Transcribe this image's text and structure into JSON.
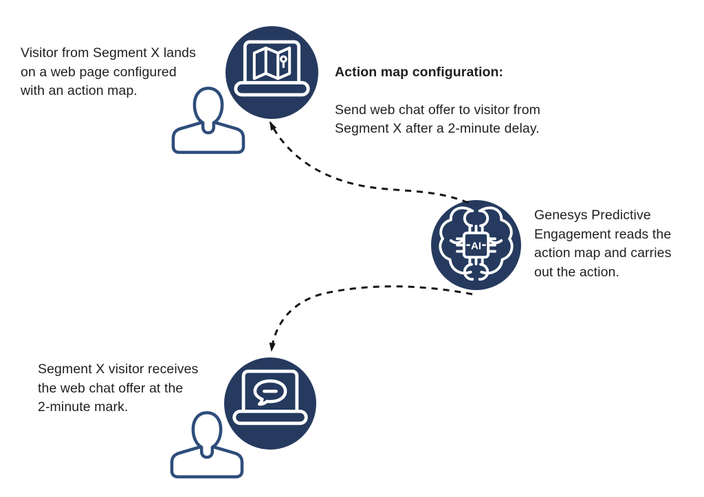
{
  "colors": {
    "background": "#ffffff",
    "navy": "#253a5e",
    "icon_stroke": "#ffffff",
    "person_stroke": "#2e4d7b",
    "arrow": "#151515",
    "text": "#1f1f1f"
  },
  "step1": {
    "caption": "Visitor from Segment X lands\non a web page configured\nwith an action map.",
    "icon": "laptop-map-icon",
    "note_heading": "Action map configuration:",
    "note_body": "Send web chat offer to visitor from\nSegment X after a 2-minute delay."
  },
  "step2": {
    "caption": "Genesys Predictive\nEngagement reads the\naction map and carries\nout the action.",
    "icon": "ai-brain-icon",
    "chip_label": "AI"
  },
  "step3": {
    "caption": "Segment X visitor receives\nthe web chat offer at the\n2-minute mark.",
    "icon": "laptop-chat-icon"
  }
}
